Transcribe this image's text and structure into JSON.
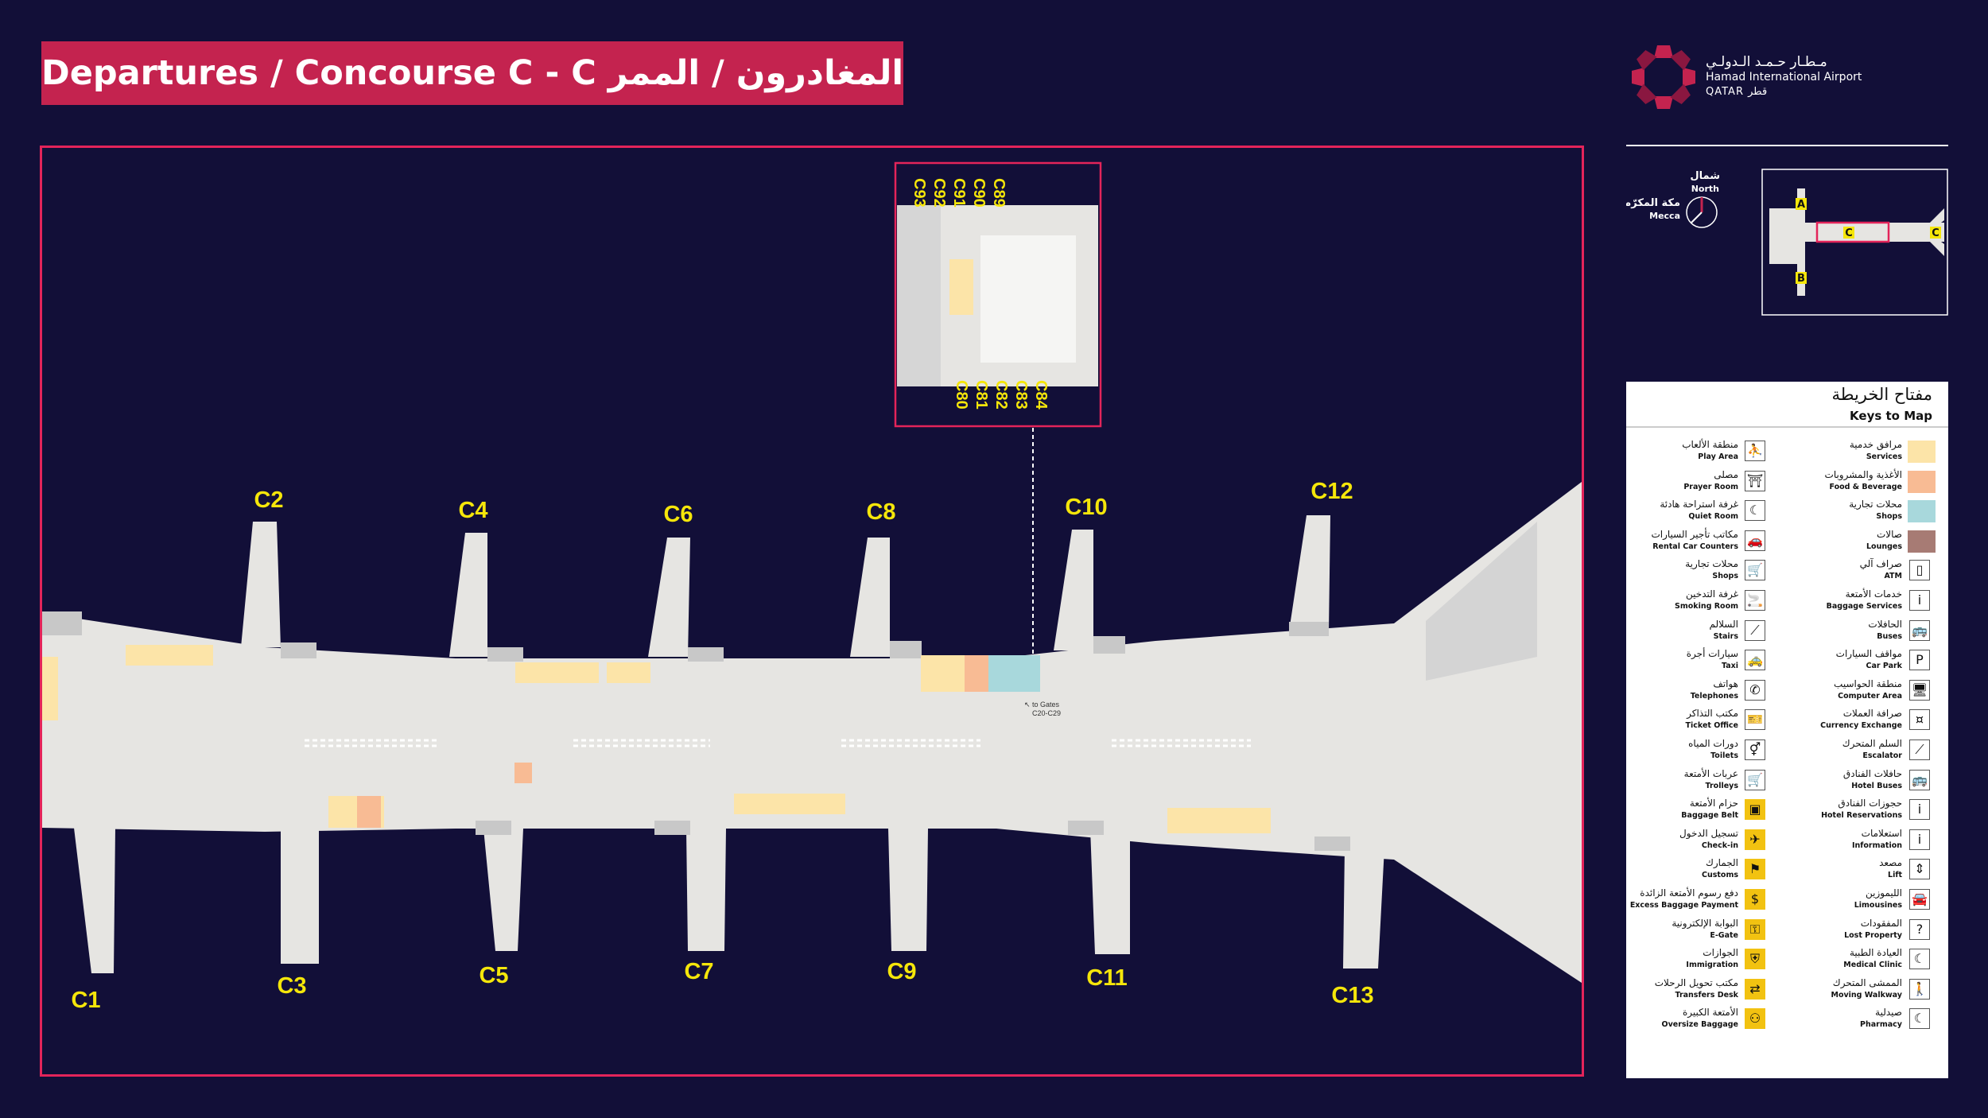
{
  "title": "Departures / Concourse C - C المغادرون / الممر",
  "logo": {
    "arabic": "مـطـار حـمـد الـدولـي",
    "english": "Hamad International Airport",
    "qatar": "QATAR قطر"
  },
  "compass": {
    "north_ar": "شمال",
    "north_en": "North",
    "mecca_ar": "مكة المكرّمة",
    "mecca_en": "Mecca"
  },
  "mini_map": {
    "labels": [
      "A",
      "B",
      "C",
      "C"
    ]
  },
  "gates": {
    "upper": [
      "C2",
      "C4",
      "C6",
      "C8",
      "C10",
      "C12"
    ],
    "lower": [
      "C1",
      "C3",
      "C5",
      "C7",
      "C9",
      "C11",
      "C13"
    ],
    "inset_top": [
      "C89",
      "C90",
      "C91",
      "C92",
      "C93"
    ],
    "inset_bottom": [
      "C80",
      "C81",
      "C82",
      "C83",
      "C84"
    ]
  },
  "map_labels": {
    "to_gates": "↖ to Gates",
    "to_gates_range": "C20-C29"
  },
  "legend": {
    "title_ar": "مفتاح الخريطة",
    "title_en": "Keys to Map",
    "left": [
      {
        "ar": "منطقة الألعاب",
        "en": "Play Area",
        "icon": "play-area-icon",
        "glyph": "⛹",
        "hl": false
      },
      {
        "ar": "مصلى",
        "en": "Prayer Room",
        "icon": "prayer-room-icon",
        "glyph": "⛩",
        "hl": false
      },
      {
        "ar": "غرفة استراحة هادئة",
        "en": "Quiet Room",
        "icon": "quiet-room-icon",
        "glyph": "☾",
        "hl": false
      },
      {
        "ar": "مكاتب تأجير السيارات",
        "en": "Rental Car Counters",
        "icon": "rental-car-icon",
        "glyph": "🚗",
        "hl": false
      },
      {
        "ar": "محلات تجارية",
        "en": "Shops",
        "icon": "shopping-cart-icon",
        "glyph": "🛒",
        "hl": false
      },
      {
        "ar": "غرفة التدخين",
        "en": "Smoking Room",
        "icon": "smoking-room-icon",
        "glyph": "🚬",
        "hl": false
      },
      {
        "ar": "السلالم",
        "en": "Stairs",
        "icon": "stairs-icon",
        "glyph": "⟋",
        "hl": false
      },
      {
        "ar": "سيارات أجرة",
        "en": "Taxi",
        "icon": "taxi-icon",
        "glyph": "🚕",
        "hl": false
      },
      {
        "ar": "هواتف",
        "en": "Telephones",
        "icon": "telephone-icon",
        "glyph": "✆",
        "hl": false
      },
      {
        "ar": "مكتب التذاكر",
        "en": "Ticket Office",
        "icon": "ticket-office-icon",
        "glyph": "🎫",
        "hl": false
      },
      {
        "ar": "دورات المياه",
        "en": "Toilets",
        "icon": "toilets-icon",
        "glyph": "⚥",
        "hl": false
      },
      {
        "ar": "عربات الأمتعة",
        "en": "Trolleys",
        "icon": "trolley-icon",
        "glyph": "🛒",
        "hl": false
      },
      {
        "ar": "حزام الأمتعة",
        "en": "Baggage Belt",
        "icon": "baggage-belt-icon",
        "glyph": "▣",
        "hl": true
      },
      {
        "ar": "تسجيل الدخول",
        "en": "Check-in",
        "icon": "check-in-icon",
        "glyph": "✈",
        "hl": true
      },
      {
        "ar": "الجمارك",
        "en": "Customs",
        "icon": "customs-icon",
        "glyph": "⚑",
        "hl": true
      },
      {
        "ar": "دفع رسوم الأمتعة الزائدة",
        "en": "Excess Baggage Payment",
        "icon": "excess-baggage-icon",
        "glyph": "$",
        "hl": true
      },
      {
        "ar": "البوابة الإلكترونية",
        "en": "E-Gate",
        "icon": "e-gate-icon",
        "glyph": "⚿",
        "hl": true
      },
      {
        "ar": "الجوازات",
        "en": "Immigration",
        "icon": "immigration-icon",
        "glyph": "⛨",
        "hl": true
      },
      {
        "ar": "مكتب تحويل الرحلات",
        "en": "Transfers Desk",
        "icon": "transfers-desk-icon",
        "glyph": "⇄",
        "hl": true
      },
      {
        "ar": "الأمتعة الكبيرة",
        "en": "Oversize Baggage",
        "icon": "oversize-baggage-icon",
        "glyph": "⚇",
        "hl": true
      }
    ],
    "right": [
      {
        "ar": "مرافق خدمية",
        "en": "Services",
        "swatch": "#fce4a8"
      },
      {
        "ar": "الأغذية والمشروبات",
        "en": "Food & Beverage",
        "swatch": "#f8bb94"
      },
      {
        "ar": "محلات تجارية",
        "en": "Shops",
        "swatch": "#a8d8dc"
      },
      {
        "ar": "صالات",
        "en": "Lounges",
        "swatch": "#a77b74"
      },
      {
        "ar": "صراف آلي",
        "en": "ATM",
        "icon": "atm-icon",
        "glyph": "▯"
      },
      {
        "ar": "خدمات الأمتعة",
        "en": "Baggage Services",
        "icon": "baggage-services-icon",
        "glyph": "i"
      },
      {
        "ar": "الحافلات",
        "en": "Buses",
        "icon": "bus-icon",
        "glyph": "🚌"
      },
      {
        "ar": "مواقف السيارات",
        "en": "Car Park",
        "icon": "car-park-icon",
        "glyph": "P"
      },
      {
        "ar": "منطقة الحواسيب",
        "en": "Computer Area",
        "icon": "computer-area-icon",
        "glyph": "🖥"
      },
      {
        "ar": "صرافة العملات",
        "en": "Currency Exchange",
        "icon": "currency-exchange-icon",
        "glyph": "¤"
      },
      {
        "ar": "السلم المتحرك",
        "en": "Escalator",
        "icon": "escalator-icon",
        "glyph": "⟋"
      },
      {
        "ar": "حافلات الفنادق",
        "en": "Hotel Buses",
        "icon": "hotel-bus-icon",
        "glyph": "🚌"
      },
      {
        "ar": "حجوزات الفنادق",
        "en": "Hotel Reservations",
        "icon": "hotel-reservations-icon",
        "glyph": "i"
      },
      {
        "ar": "استعلامات",
        "en": "Information",
        "icon": "information-icon",
        "glyph": "i"
      },
      {
        "ar": "مصعد",
        "en": "Lift",
        "icon": "lift-icon",
        "glyph": "⇕"
      },
      {
        "ar": "الليموزين",
        "en": "Limousines",
        "icon": "limousine-icon",
        "glyph": "🚘"
      },
      {
        "ar": "المفقودات",
        "en": "Lost Property",
        "icon": "lost-property-icon",
        "glyph": "?"
      },
      {
        "ar": "العيادة الطبية",
        "en": "Medical Clinic",
        "icon": "medical-clinic-icon",
        "glyph": "☾"
      },
      {
        "ar": "الممشى المتحرك",
        "en": "Moving Walkway",
        "icon": "moving-walkway-icon",
        "glyph": "🚶"
      },
      {
        "ar": "صيدلية",
        "en": "Pharmacy",
        "icon": "pharmacy-icon",
        "glyph": "☾"
      }
    ]
  }
}
